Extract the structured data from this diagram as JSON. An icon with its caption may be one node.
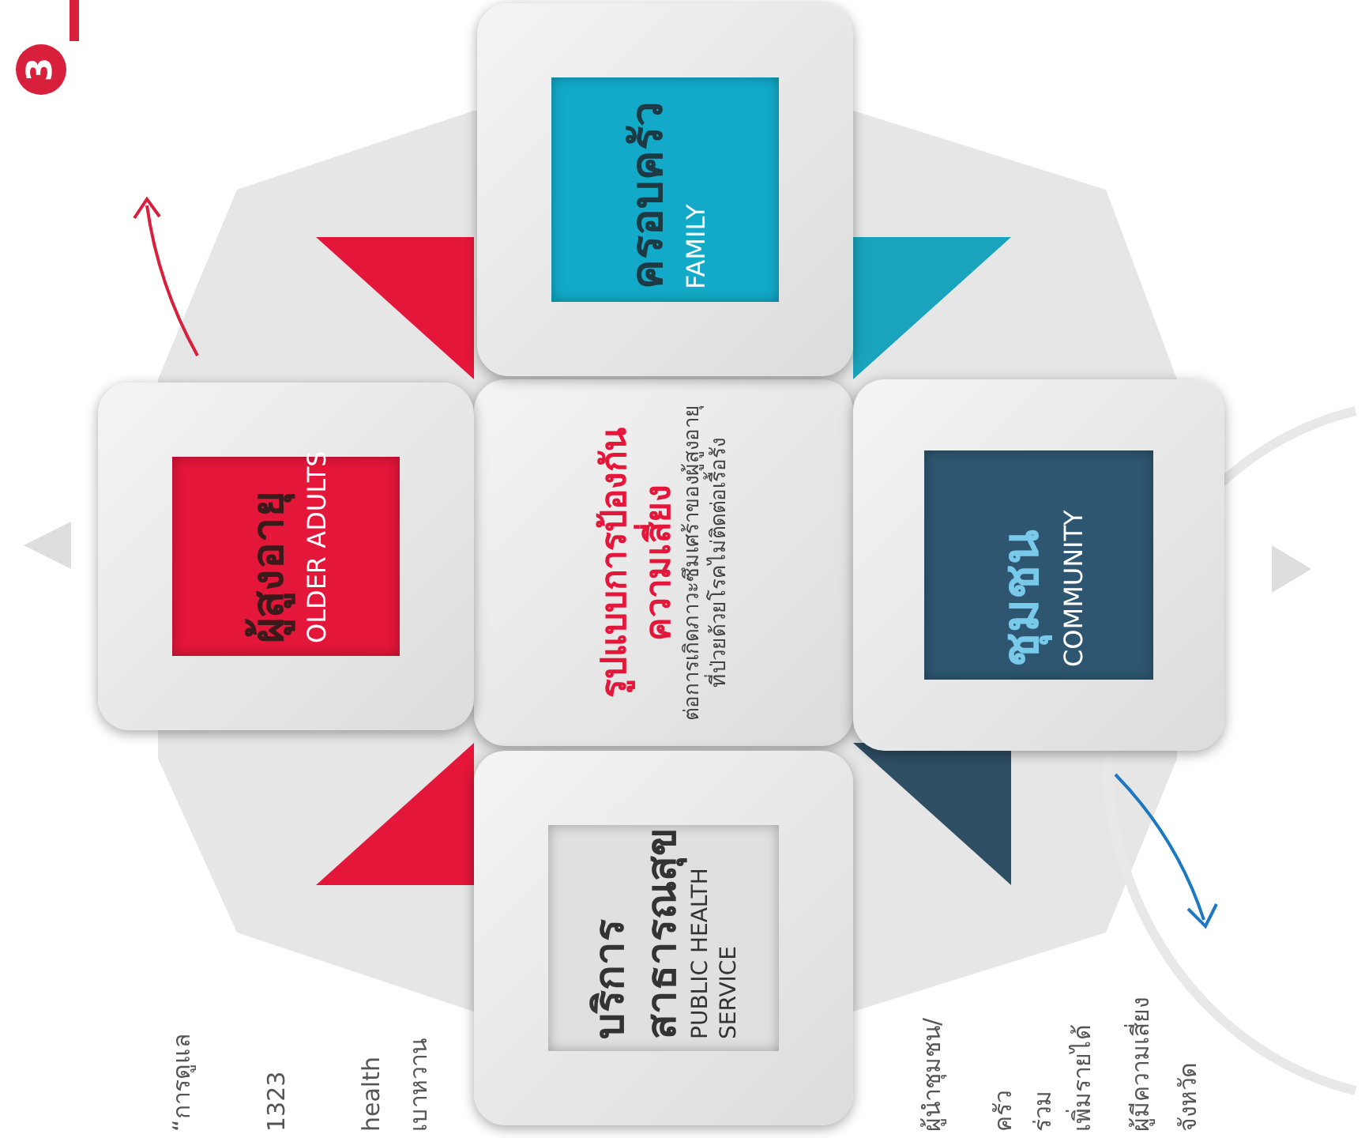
{
  "diagram": {
    "nodes": [
      {
        "text": [
          "รูปแบบการป้องกันความเสี่ยง",
          "ต่อการเกิดภาวะซึมเศร้าของผู้สูงอายุที่ป่วยด้วยโรคไม่ติดต่อเรื้อรัง"
        ]
      },
      {
        "text": [
          "ผู้สูงอายุ",
          "OLDER ADULTS"
        ]
      },
      {
        "text": [
          "ครอบครัว",
          "FAMILY"
        ]
      },
      {
        "text": [
          "ชุมชน",
          "COMMUNITY"
        ]
      },
      {
        "text": [
          "บริการสาธารณสุข",
          "PUBLIC HEALTH SERVICE"
        ]
      }
    ],
    "labels": [
      "3",
      "“การดูแล",
      "1323",
      "health",
      "เบาหวาน",
      "ผู้นำชุมชน/",
      "ครัว",
      "ร่วม",
      "เพิ่มรายได้",
      "ผู้มีความเสี่ยง",
      "จังหวัด"
    ]
  }
}
